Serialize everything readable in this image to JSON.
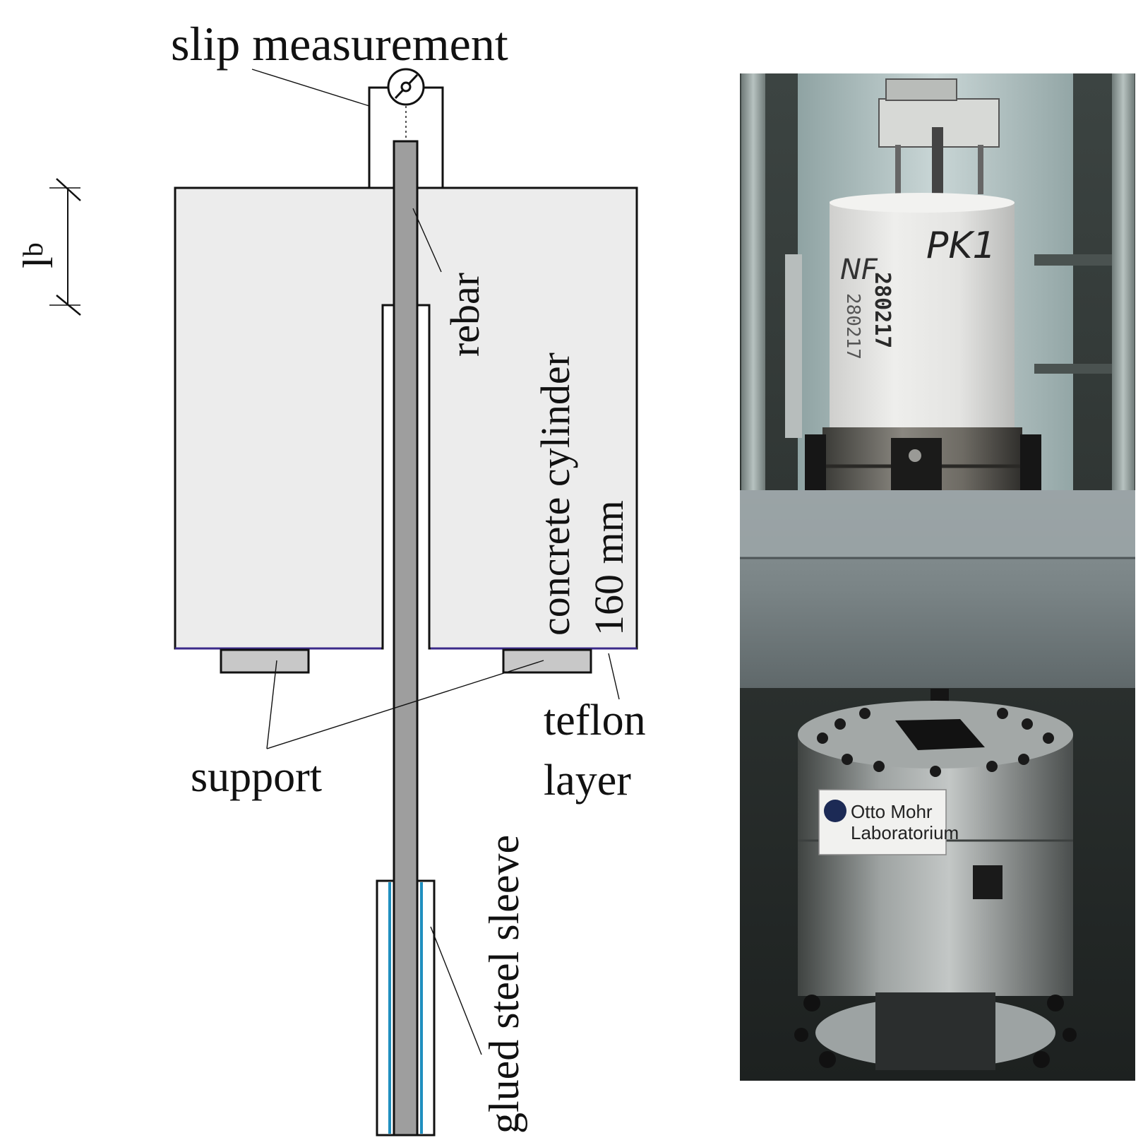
{
  "labels": {
    "slip_measurement": "slip measurement",
    "rebar": "rebar",
    "concrete_cylinder": "concrete cylinder",
    "dimension": "160 mm",
    "support": "support",
    "teflon": "teflon",
    "layer": "layer",
    "sleeve": "glued steel sleeve",
    "bond_length_symbol": "l",
    "bond_length_subscript": "b"
  },
  "photo": {
    "specimen_marking_1": "PK1",
    "specimen_marking_2": "NF",
    "specimen_number_1": "280217",
    "specimen_number_2": "280217",
    "badge_line_1": "Otto Mohr",
    "badge_line_2": "Laboratorium"
  },
  "colors": {
    "concrete": "#ececec",
    "rebar": "#9e9e9e",
    "support": "#c8c8c8",
    "teflon": "#3b2a8a",
    "sleeve_glue": "#1f8fbf",
    "outline": "#111111"
  },
  "icons": {
    "gauge": "dial-gauge-icon",
    "bond_length": "dimension-arrow-icon"
  }
}
